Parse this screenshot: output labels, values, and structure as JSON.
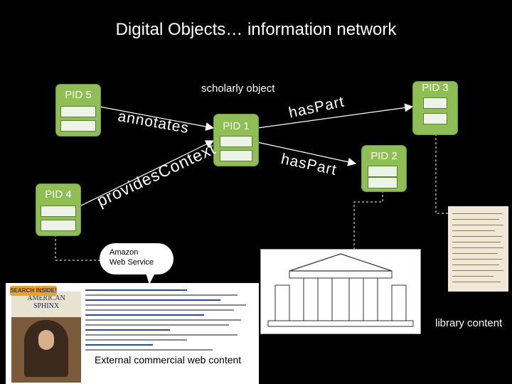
{
  "title": "Digital Objects… information network",
  "scholarly_label": "scholarly object",
  "nodes": {
    "pid5": "PID 5",
    "pid4": "PID 4",
    "pid1": "PID 1",
    "pid3": "PID 3",
    "pid2": "PID 2"
  },
  "relations": {
    "annotates": "annotates",
    "provides_context": "providesContext",
    "has_part_1": "hasPart",
    "has_part_2": "hasPart"
  },
  "bubble": {
    "line1": "Amazon",
    "line2": "Web Service"
  },
  "book": {
    "badge": "SEARCH INSIDE!",
    "cover_line1": "AMERICAN",
    "cover_line2": "SPHINX"
  },
  "external_label": "External commercial web content",
  "library_label": "library content",
  "colors": {
    "node_fill": "#8fbe55",
    "slot_fill": "#eef3e8",
    "background": "#000000"
  }
}
